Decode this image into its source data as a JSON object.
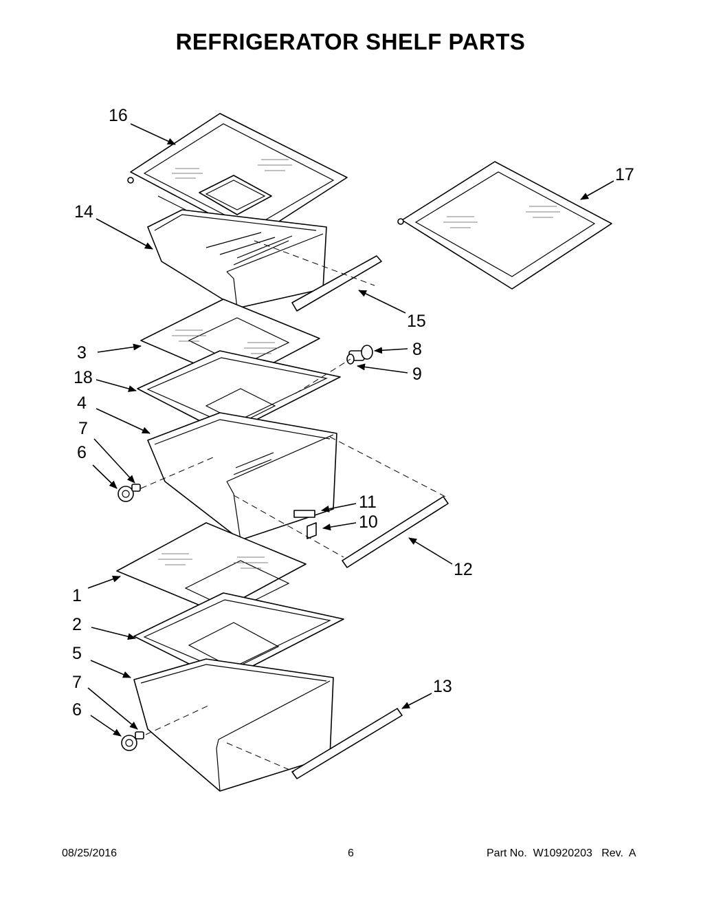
{
  "title": "REFRIGERATOR SHELF PARTS",
  "callouts": [
    "16",
    "17",
    "14",
    "15",
    "3",
    "8",
    "9",
    "18",
    "4",
    "7",
    "6",
    "11",
    "10",
    "12",
    "1",
    "2",
    "5",
    "7",
    "6",
    "13"
  ],
  "footer": {
    "date": "08/25/2016",
    "page": "6",
    "part_no": "Part No.  W10920203   Rev.  A"
  }
}
